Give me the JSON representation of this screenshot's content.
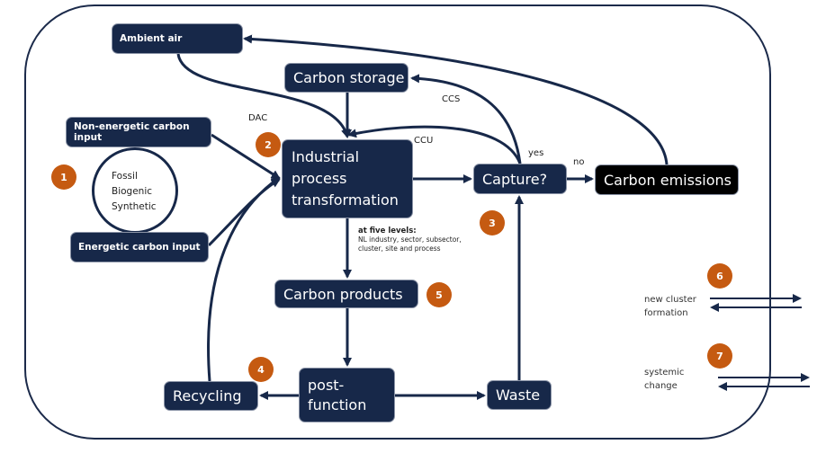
{
  "diagram": {
    "nodes": {
      "ambient_air": "Ambient air",
      "non_energetic": "Non-energetic carbon input",
      "energetic": "Energetic carbon input",
      "carbon_storage": "Carbon storage",
      "industrial": "Industrial\nprocess\ntransformation",
      "capture": "Capture?",
      "carbon_emissions": "Carbon emissions",
      "carbon_products": "Carbon products",
      "post_function": "post-\nfunction",
      "recycling": "Recycling",
      "waste": "Waste"
    },
    "carbon_sources": [
      "Fossil",
      "Biogenic",
      "Synthetic"
    ],
    "edge_labels": {
      "dac": "DAC",
      "ccs": "CCS",
      "ccu": "CCU",
      "yes": "yes",
      "no": "no"
    },
    "levels_note": {
      "title": "at five levels:",
      "line1": "NL industry, sector, subsector,",
      "line2": "cluster, site and process"
    },
    "badges": [
      "1",
      "2",
      "3",
      "4",
      "5",
      "6",
      "7"
    ],
    "side_legend": {
      "new_cluster": "new cluster\nformation",
      "systemic": "systemic\nchange"
    },
    "colors": {
      "node_fill": "#172849",
      "emissions_fill": "#000000",
      "badge": "#c55a11",
      "line": "#1b2a4a"
    }
  }
}
